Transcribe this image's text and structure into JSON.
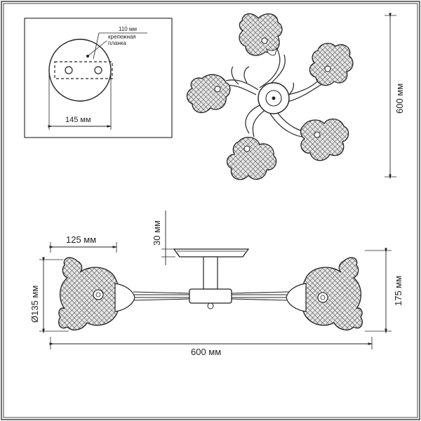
{
  "inset": {
    "dim_plate": "110 мм",
    "bracket_label_line1": "крепежная",
    "bracket_label_line2": "планка",
    "dim_canopy": "145 мм"
  },
  "top_view": {
    "dim_height": "600 мм"
  },
  "side_view": {
    "dim_shade_width": "125 мм",
    "dim_canopy_height": "30 мм",
    "dim_shade_diameter": "Ø135 мм",
    "dim_total_height": "175 мм",
    "dim_total_width": "600 мм"
  },
  "colors": {
    "line": "#222222",
    "frame": "#555555",
    "shade_fill": "#c9c9c9"
  }
}
